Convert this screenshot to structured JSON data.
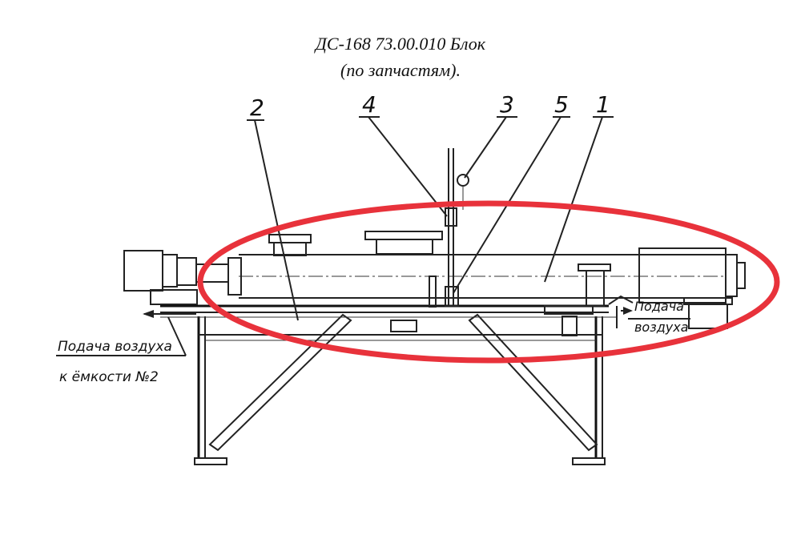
{
  "title": {
    "line1": "ДС-168 73.00.010 Блок",
    "line2": "(по запчастям)."
  },
  "callouts": [
    "1",
    "2",
    "3",
    "4",
    "5"
  ],
  "notes": {
    "left_line1": "Подача воздуха",
    "left_line2": "к ёмкости №2",
    "right_line1": "Подача",
    "right_line2": "воздуха"
  },
  "highlight": {
    "color": "#e8323b",
    "shape": "ellipse"
  }
}
